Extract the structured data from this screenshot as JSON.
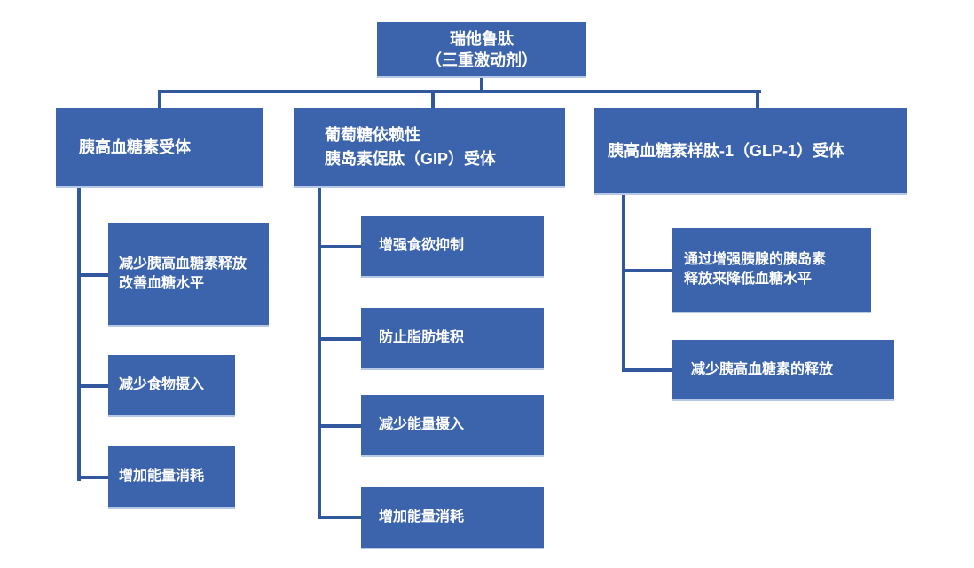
{
  "root": {
    "lines": [
      "瑞他鲁肽",
      "（三重激动剂）"
    ]
  },
  "branches": [
    {
      "header": {
        "lines": [
          "胰高血糖素受体"
        ]
      },
      "children": [
        {
          "lines": [
            "减少胰高血糖素释放",
            "改善血糖水平"
          ]
        },
        {
          "lines": [
            "减少食物摄入"
          ]
        },
        {
          "lines": [
            "增加能量消耗"
          ]
        }
      ]
    },
    {
      "header": {
        "lines": [
          "葡萄糖依赖性",
          "胰岛素促肽（GIP）受体"
        ]
      },
      "children": [
        {
          "lines": [
            "增强食欲抑制"
          ]
        },
        {
          "lines": [
            "防止脂肪堆积"
          ]
        },
        {
          "lines": [
            "减少能量摄入"
          ]
        },
        {
          "lines": [
            "增加能量消耗"
          ]
        }
      ]
    },
    {
      "header": {
        "lines": [
          "胰高血糖素样肽-1（GLP-1）受体"
        ]
      },
      "children": [
        {
          "lines": [
            "通过增强胰腺的胰岛素",
            "释放来降低血糖水平"
          ]
        },
        {
          "lines": [
            "减少胰高血糖素的释放"
          ]
        }
      ]
    }
  ],
  "colors": {
    "box": "#3c64ac",
    "line": "#31589c",
    "edge": "#b7c7e6",
    "text": "#ffffff",
    "background": "#ffffff"
  }
}
